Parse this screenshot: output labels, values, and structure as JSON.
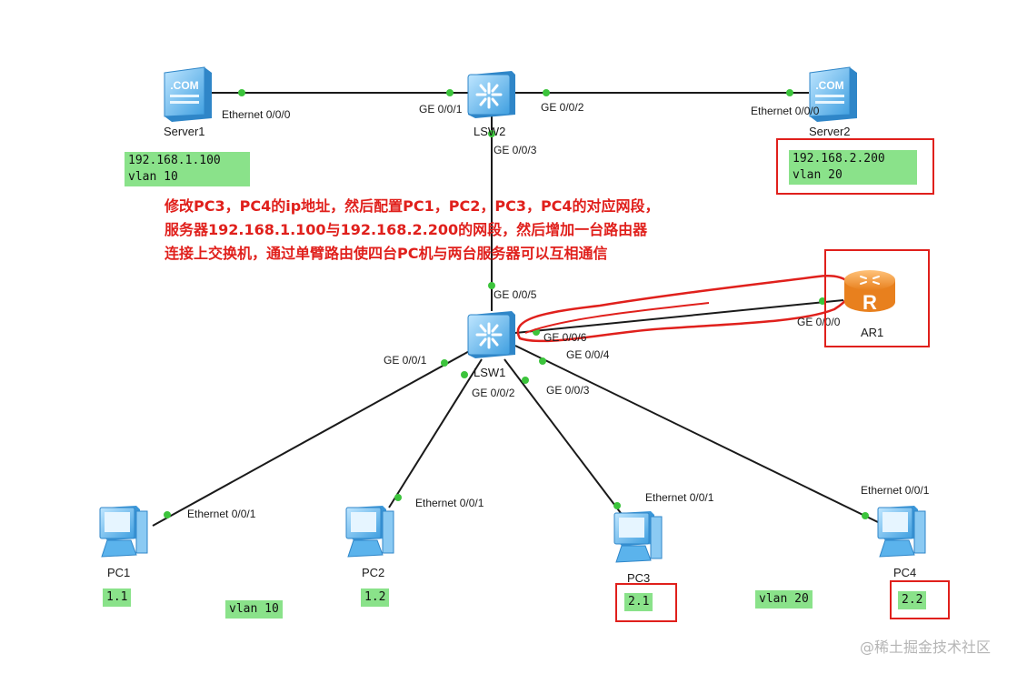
{
  "devices": {
    "server1": "Server1",
    "server2": "Server2",
    "lsw2": "LSW2",
    "lsw1": "LSW1",
    "ar1": "AR1",
    "pc1": "PC1",
    "pc2": "PC2",
    "pc3": "PC3",
    "pc4": "PC4",
    "server_badge": ".COM",
    "router_badge": "R"
  },
  "ports": {
    "server1_eth": "Ethernet 0/0/0",
    "lsw2_ge1": "GE 0/0/1",
    "lsw2_ge2": "GE 0/0/2",
    "server2_eth": "Ethernet 0/0/0",
    "lsw2_ge3": "GE 0/0/3",
    "lsw1_ge5": "GE 0/0/5",
    "lsw1_ge6": "GE 0/0/6",
    "ar1_ge0": "GE 0/0/0",
    "lsw1_ge4": "GE 0/0/4",
    "lsw1_ge1": "GE 0/0/1",
    "lsw1_ge2": "GE 0/0/2",
    "lsw1_ge3": "GE 0/0/3",
    "pc1_eth": "Ethernet 0/0/1",
    "pc2_eth": "Ethernet 0/0/1",
    "pc3_eth": "Ethernet 0/0/1",
    "pc4_eth": "Ethernet 0/0/1"
  },
  "notes": {
    "server1": "192.168.1.100\nvlan 10",
    "server2": "192.168.2.200\nvlan 20",
    "pc1": "1.1",
    "pc2": "1.2",
    "pc3": "2.1",
    "pc4": "2.2",
    "vlan10": "vlan 10",
    "vlan20": "vlan 20"
  },
  "instructions": [
    "修改PC3，PC4的ip地址，然后配置PC1，PC2，PC3，PC4的对应网段，",
    "服务器192.168.1.100与192.168.2.200的网段，然后增加一台路由器",
    "连接上交换机，通过单臂路由使四台PC机与两台服务器可以互相通信"
  ],
  "watermark": "@稀土掘金技术社区",
  "colors": {
    "link": "#1a1a1a",
    "port_dot": "#3cc43c",
    "note_bg": "#8ae28a",
    "highlight": "#e0201c",
    "device_blue": "#4aa9e8",
    "router_orange": "#f39a3c"
  }
}
